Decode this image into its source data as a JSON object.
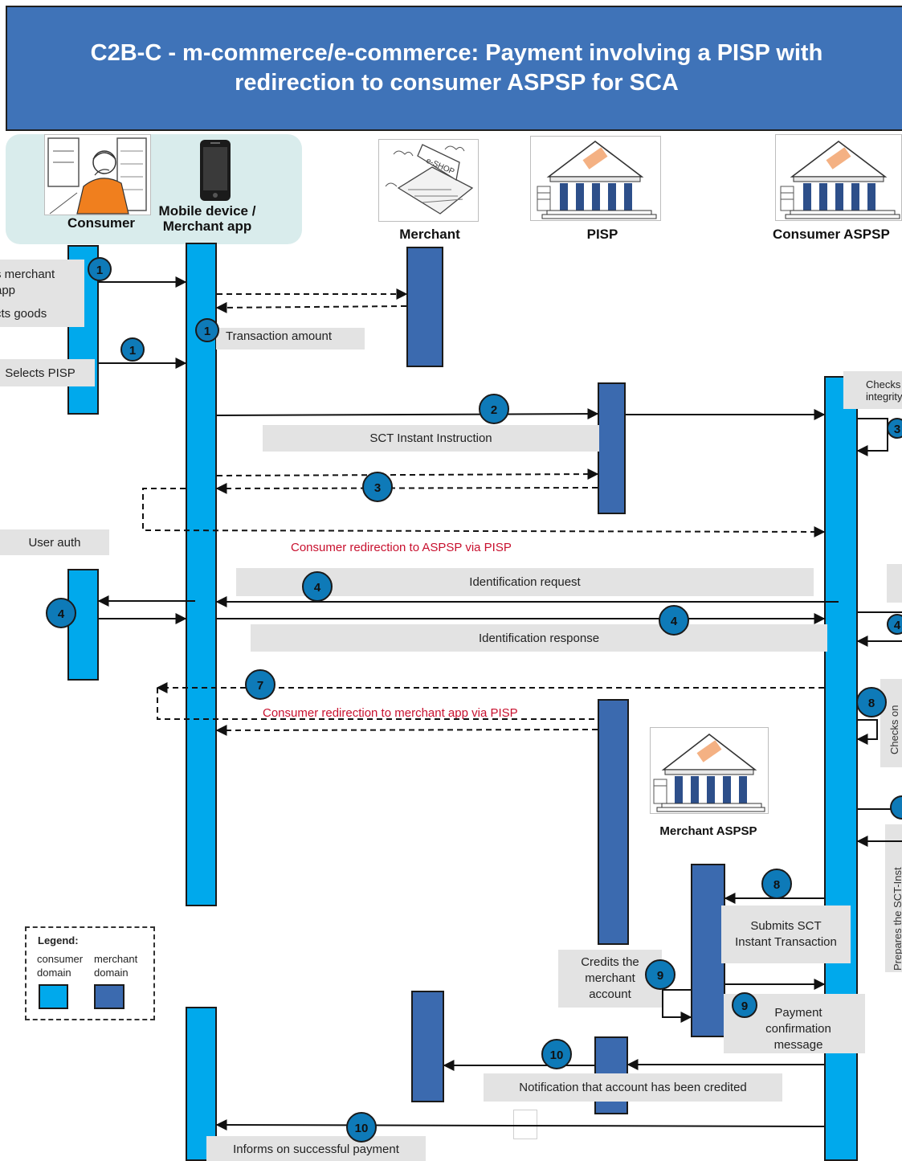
{
  "title": "C2B-C - m-commerce/e-commerce: Payment involving a PISP with redirection to consumer ASPSP for SCA",
  "actors": {
    "consumer": "Consumer",
    "mobile": "Mobile device / Merchant app",
    "merchant": "Merchant",
    "pisp": "PISP",
    "consumer_aspsp": "Consumer ASPSP",
    "merchant_aspsp": "Merchant ASPSP",
    "eshop_sign": "e-SHOP"
  },
  "notes": {
    "opens_app": "s merchant app",
    "selects_goods": "cts goods",
    "selects_pisp": "Selects PISP",
    "transaction_amount": "Transaction amount",
    "checks_integrity": "Checks integrity",
    "sct_instruction": "SCT Instant Instruction",
    "user_auth": "User auth",
    "identification_request": "Identification request",
    "identification_response": "Identification response",
    "submits_sct": "Submits SCT Instant Transaction",
    "credits_merchant": "Credits the merchant account",
    "payment_confirmation": "Payment confirmation message",
    "notification_credited": "Notification that account has been credited",
    "informs_success": "Informs on successful payment",
    "checks_on": "Checks on",
    "prepares_sct": "Prepares the SCT-Inst"
  },
  "redirects": {
    "to_aspsp": "Consumer redirection to  ASPSP via PISP",
    "to_merchant_app": "Consumer redirection to  merchant app via PISP"
  },
  "steps": {
    "s1": "1",
    "s2": "2",
    "s3": "3",
    "s4": "4",
    "s7": "7",
    "s8": "8",
    "s9": "9",
    "s10": "10"
  },
  "legend": {
    "title": "Legend:",
    "consumer_domain": "consumer domain",
    "merchant_domain": "merchant domain"
  },
  "colors": {
    "title_bar": "#3f73b8",
    "consumer_domain": "#00a9ec",
    "merchant_domain": "#3b6aaf",
    "step_badge": "#0e7ab8",
    "redirect_text": "#c8102e",
    "note_box": "#e3e3e3"
  }
}
